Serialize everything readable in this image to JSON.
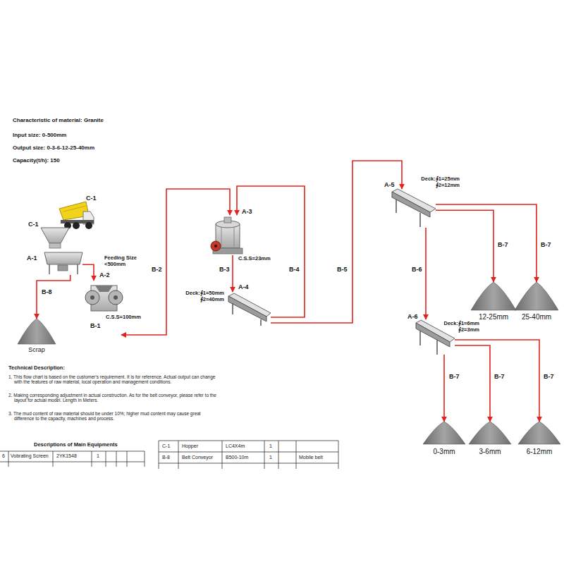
{
  "diagram": {
    "nodes": [
      {
        "text": [
          "C-1"
        ]
      },
      {
        "text": [
          "C-1"
        ]
      },
      {
        "text": [
          "A-1"
        ]
      },
      {
        "text": [
          "A-2",
          "Feeding Size <500mm",
          "C.S.S=100mm"
        ]
      },
      {
        "text": [
          "Scrap"
        ]
      },
      {
        "text": [
          "A-3",
          "C.S.S=23mm"
        ]
      },
      {
        "text": [
          "A-4",
          "Deck:∮1=50mm ∮2=40mm"
        ]
      },
      {
        "text": [
          "A-5",
          "Deck:∮1=25mm ∮2=12mm"
        ]
      },
      {
        "text": [
          "A-6",
          "Deck:∮1=6mm ∮2=3mm"
        ]
      },
      {
        "text": [
          "12-25mm"
        ]
      },
      {
        "text": [
          "25-40mm"
        ]
      },
      {
        "text": [
          "0-3mm"
        ]
      },
      {
        "text": [
          "3-6mm"
        ]
      },
      {
        "text": [
          "6-12mm"
        ]
      }
    ],
    "edges": [
      {
        "from": 2,
        "to": 4,
        "label": "B-8",
        "arrow": "to"
      },
      {
        "from": 2,
        "to": 3,
        "arrow": "to"
      },
      {
        "from": 3,
        "to": 5,
        "label": "B-2",
        "arrow": "both"
      },
      {
        "from": 5,
        "to": 6,
        "label": "B-3",
        "arrow": "to"
      },
      {
        "from": 6,
        "to": 5,
        "label": "B-4",
        "arrow": "to"
      },
      {
        "from": 6,
        "to": 7,
        "label": "B-5",
        "arrow": "to"
      },
      {
        "from": 7,
        "to": 9,
        "label": "B-7",
        "arrow": "to"
      },
      {
        "from": 7,
        "to": 10,
        "label": "B-7",
        "arrow": "to"
      },
      {
        "from": 7,
        "to": 8,
        "label": "B-6",
        "arrow": "to"
      },
      {
        "from": 8,
        "to": 11,
        "label": "B-7",
        "arrow": "to"
      },
      {
        "from": 8,
        "to": 12,
        "label": "B-7",
        "arrow": "to"
      },
      {
        "from": 8,
        "to": 13,
        "label": "B-7",
        "arrow": "to"
      }
    ],
    "labels": [
      "Characteristic of material: Granite",
      "Input size: 0-500mm",
      "Output size: 0-3-6-12-25-40mm",
      "Capacity(t/h): 150",
      "B-1",
      "Technical Description:",
      "1. This flow chart is based on the customer's requirement. It is for reference. Actual output can change with the features of raw material, local operation and management conditions.",
      "2. Making corresponding adjustment in actual construction. As for the belt conveyor, please refer to the layout for actual model. Length in Meters.",
      "3. The mud content of raw material should be under 10%; higher mud content may cause great difference to the capacity, machines and process.",
      "Descriptions of Main Equipments",
      "6",
      "Vobrating Screen",
      "2YK1548",
      "1",
      "C-1",
      "Hopper",
      "LC4X4m",
      "1",
      "B-8",
      "Belt Conveyor",
      "B500-10m",
      "1",
      "Mobile belt"
    ]
  }
}
